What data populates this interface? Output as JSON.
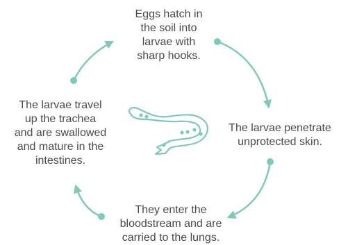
{
  "colors": {
    "accent": "#7fc9b8",
    "text": "#4a4a4a"
  },
  "icon": "hookworm-icon",
  "stages": {
    "top": [
      "Eggs hatch in",
      "the soil into",
      "larvae with",
      "sharp hooks."
    ],
    "right": [
      "The larvae penetrate",
      "unprotected skin."
    ],
    "bottom": [
      "They enter the",
      "bloodstream and are",
      "carried to the lungs."
    ],
    "left": [
      "The larvae travel",
      "up the trachea",
      "and are swallowed",
      "and mature in the",
      "intestines."
    ]
  }
}
